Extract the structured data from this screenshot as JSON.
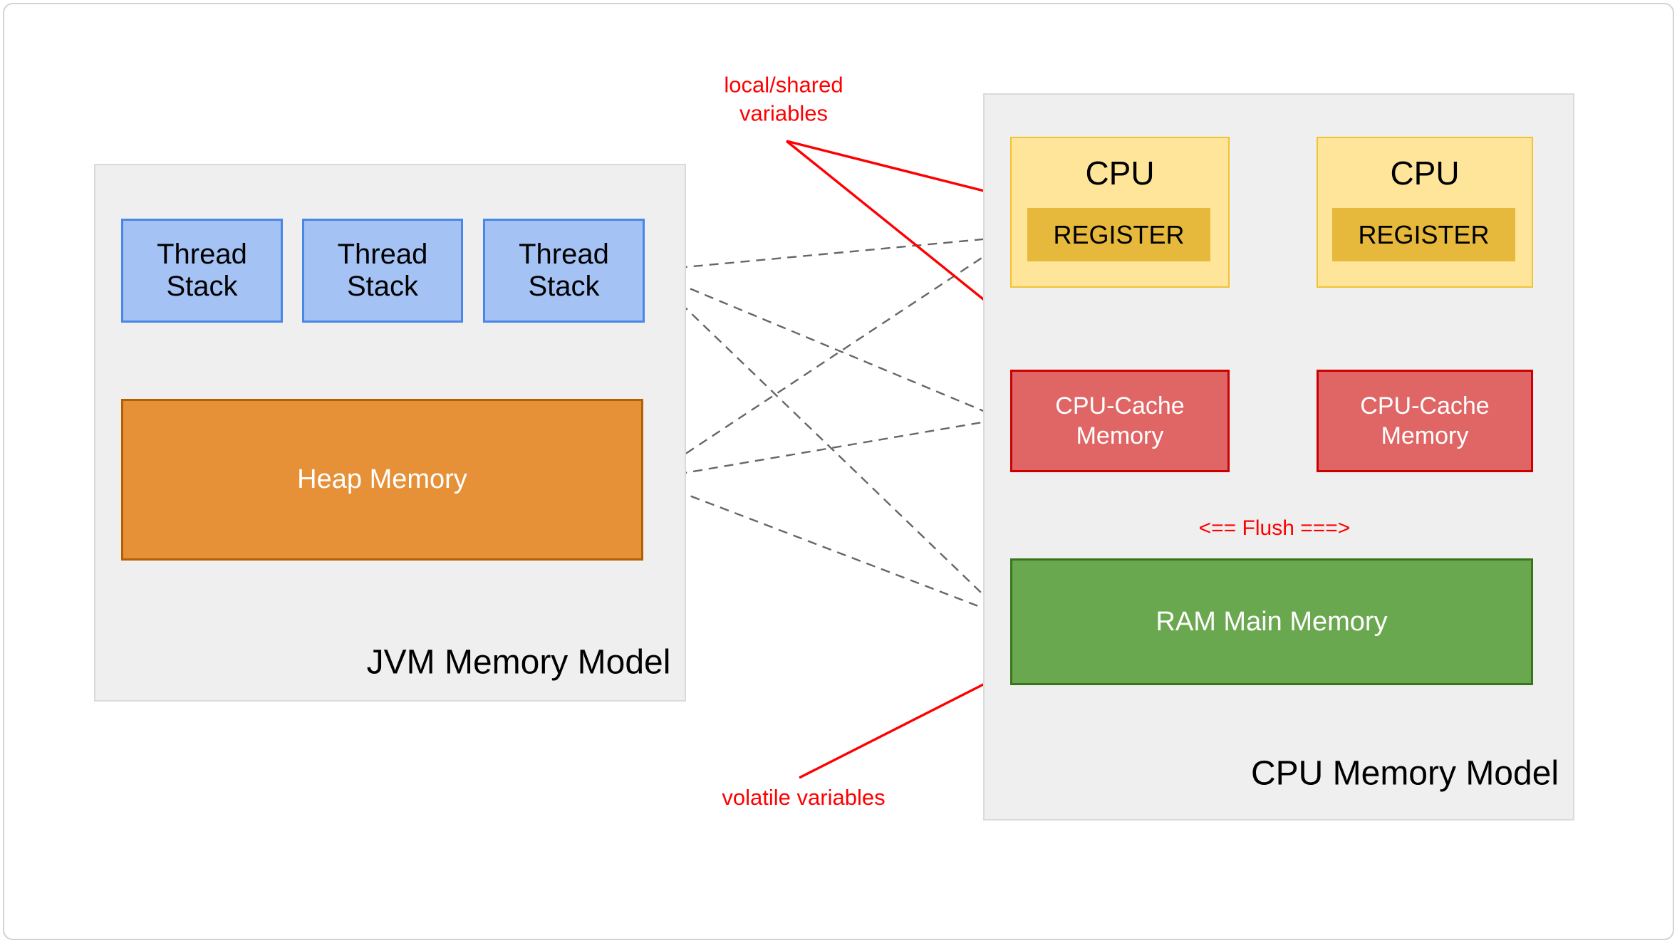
{
  "diagram": {
    "jvm_panel": {
      "title": "JVM Memory Model",
      "thread_stacks": [
        "Thread\nStack",
        "Thread\nStack",
        "Thread\nStack"
      ],
      "heap_label": "Heap Memory"
    },
    "cpu_panel": {
      "title": "CPU Memory Model",
      "cpus": [
        {
          "label": "CPU",
          "register_label": "REGISTER",
          "cache_label": "CPU-Cache\nMemory"
        },
        {
          "label": "CPU",
          "register_label": "REGISTER",
          "cache_label": "CPU-Cache\nMemory"
        }
      ],
      "ram_label": "RAM Main Memory",
      "flush_label": "<== Flush ===>"
    },
    "annotations": {
      "local_shared_label": "local/shared\nvariables",
      "volatile_label": "volatile variables"
    },
    "colors": {
      "page_border": "#d3d3d3",
      "panel_fill": "#efefef",
      "panel_border": "#dadada",
      "thread_fill": "#a4c2f4",
      "thread_border": "#4a86e8",
      "heap_fill": "#e69138",
      "heap_border": "#b45f06",
      "cpu_fill": "#ffe599",
      "cpu_border": "#f1c232",
      "register_fill": "#e6b93c",
      "cache_fill": "#e06666",
      "cache_border": "#cc0000",
      "ram_fill": "#6aa84f",
      "ram_border": "#38761d",
      "connector_gray": "#666666",
      "annotation_red": "#fe0000"
    }
  }
}
